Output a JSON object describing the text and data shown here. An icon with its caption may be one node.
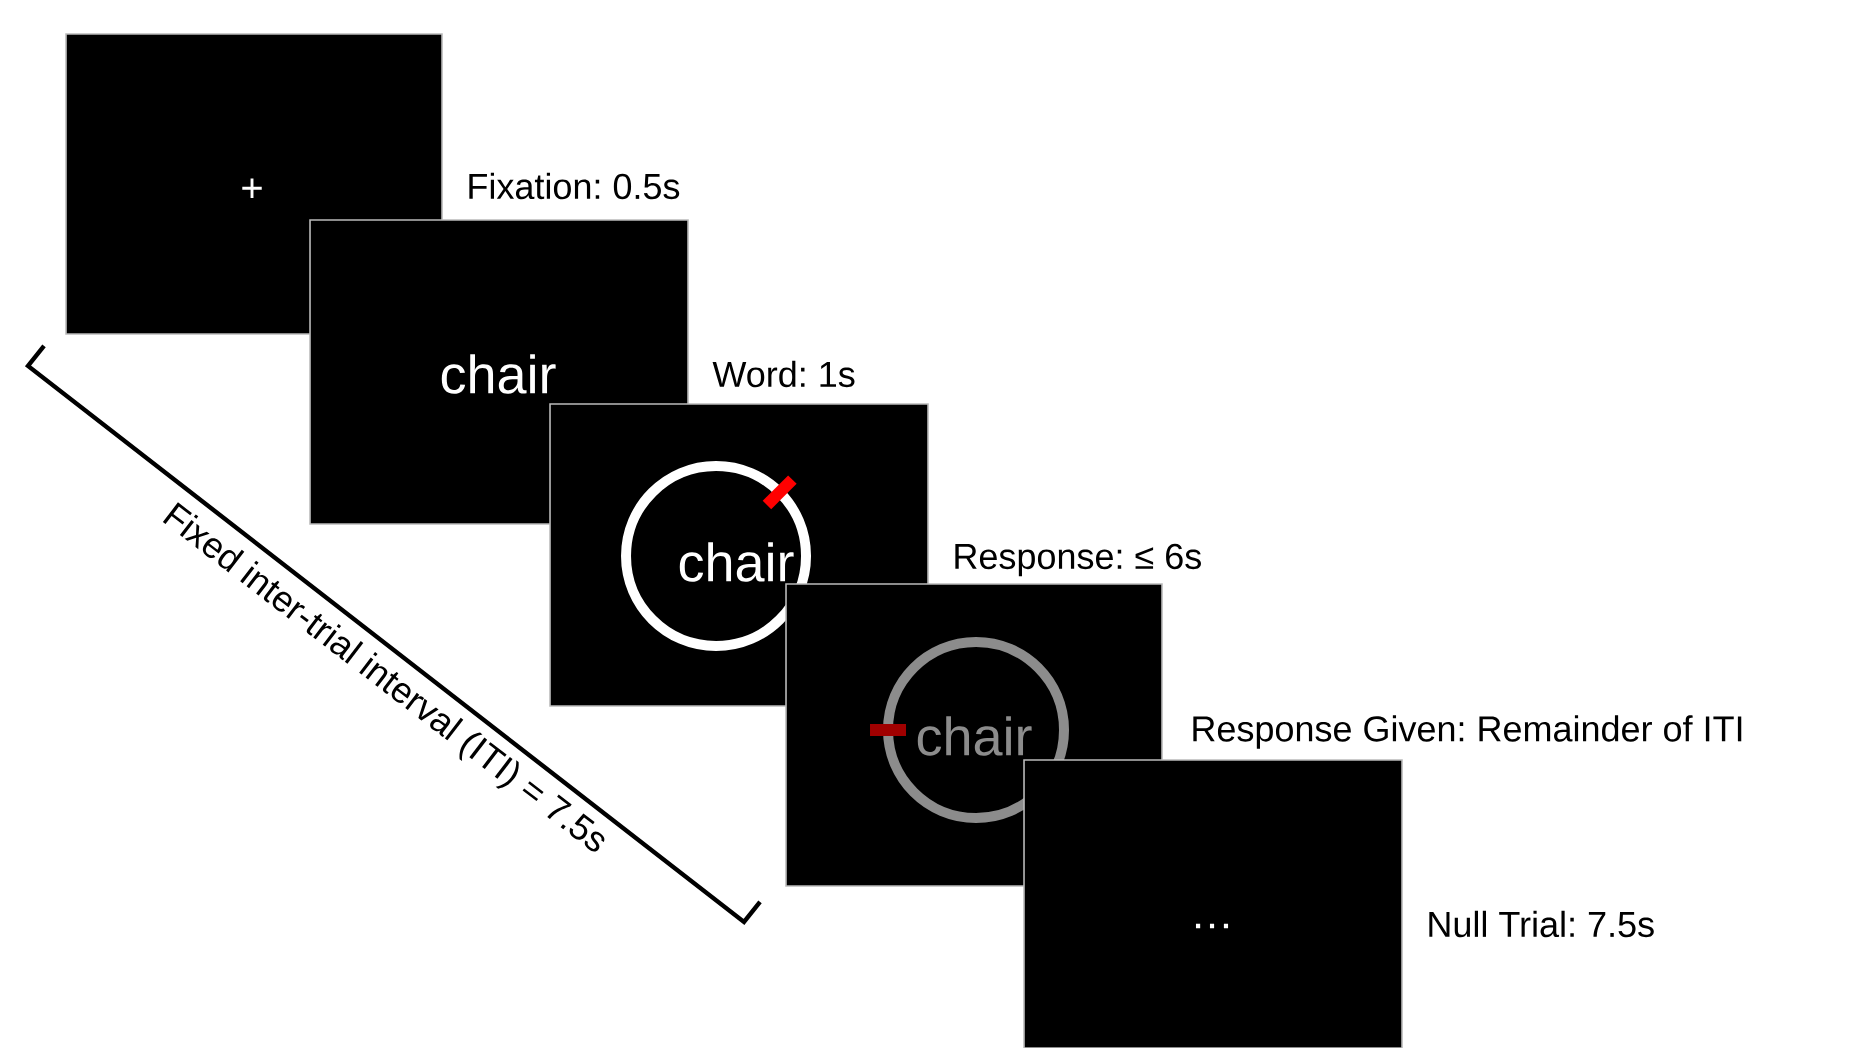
{
  "diagram": {
    "nodes": [
      {
        "text": [
          "+"
        ],
        "beside": [
          "Fixation: 0.5s"
        ]
      },
      {
        "text": [
          "chair"
        ],
        "beside": [
          "Word: 1s"
        ]
      },
      {
        "text": [
          "chair"
        ],
        "beside": [
          "Response: ≤ 6s"
        ]
      },
      {
        "text": [
          "chair"
        ],
        "beside": [
          "Response Given: Remainder of ITI"
        ]
      },
      {
        "text": [
          "…"
        ],
        "beside": [
          "Null Trial: 7.5s"
        ]
      }
    ],
    "labels": [
      "Fixed inter-trial interval (ITI) = 7.5s"
    ]
  }
}
